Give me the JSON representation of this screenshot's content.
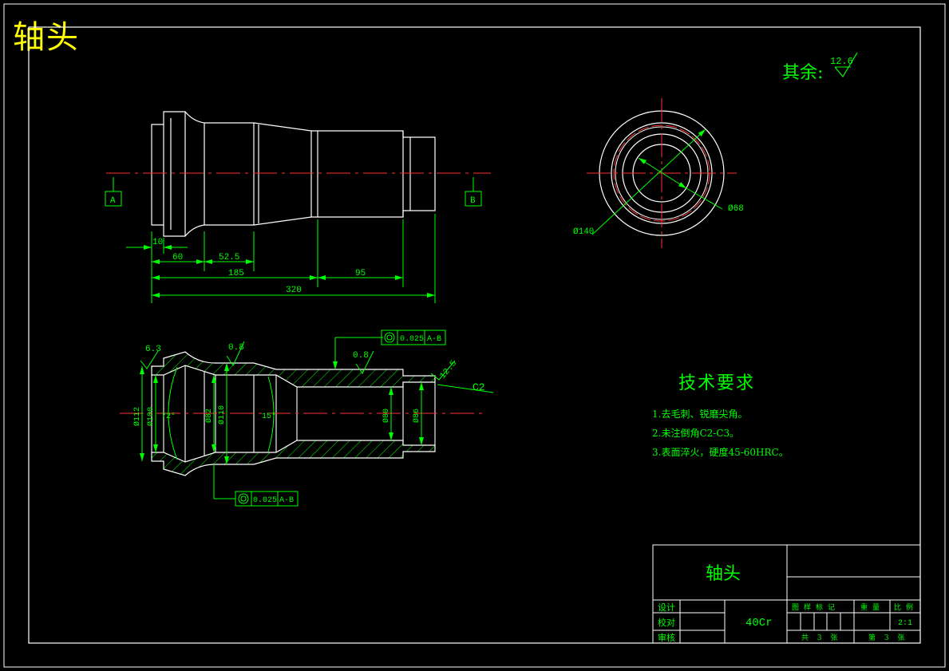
{
  "drawing_title": "轴头",
  "roughness_note": {
    "label": "其余:",
    "value": "12.6"
  },
  "view_labels": {
    "left": "A",
    "right": "B"
  },
  "front_dims": {
    "d10": "10",
    "d60": "60",
    "d52_5": "52.5",
    "d185": "185",
    "d95": "95",
    "d320": "320"
  },
  "end_view_dims": {
    "outer": "Ø140",
    "inner": "Ø68"
  },
  "section": {
    "rough_1": "6.3",
    "rough_2": "0.8",
    "rough_3": "0.8",
    "rough_4": "12.5",
    "chamfer": "C2",
    "angle_1": "72°",
    "angle_2": "15°",
    "dia_1": "Ø112",
    "dia_2": "Ø100",
    "dia_3": "Ø82",
    "dia_4": "Ø110",
    "dia_5": "Ø80",
    "dia_6": "Ø86",
    "tol_top": {
      "value": "0.025",
      "datum": "A-B"
    },
    "tol_bottom": {
      "value": "0.025",
      "datum": "A-B"
    }
  },
  "tech_req": {
    "title": "技术要求",
    "items": [
      "1.去毛刺、锐磨尖角。",
      "2.未注倒角C2-C3。",
      "3.表面淬火，硬度45-60HRC。"
    ]
  },
  "title_block": {
    "name": "轴头",
    "material": "40Cr",
    "rows": [
      "设计",
      "校对",
      "审核"
    ],
    "headers": [
      "图样标记",
      "重量",
      "比例"
    ],
    "scale": "2:1",
    "sheet_total": "共 3 张",
    "sheet_num": "第 3 张"
  }
}
